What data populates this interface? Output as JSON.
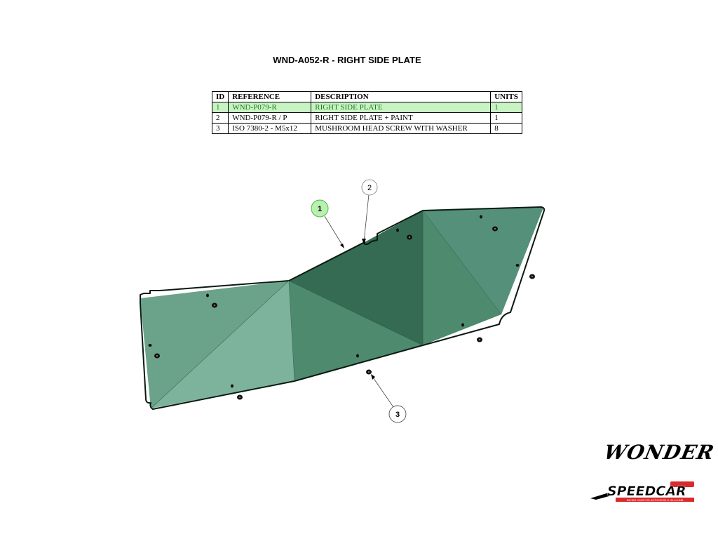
{
  "title": "WND-A052-R - RIGHT SIDE PLATE",
  "bom": {
    "headers": [
      "ID",
      "REFERENCE",
      "DESCRIPTION",
      "UNITS"
    ],
    "rows": [
      {
        "id": "1",
        "reference": "WND-P079-R",
        "description": "RIGHT SIDE PLATE",
        "units": "1",
        "highlighted": true
      },
      {
        "id": "2",
        "reference": "WND-P079-R / P",
        "description": "RIGHT SIDE PLATE + PAINT",
        "units": "1",
        "highlighted": false
      },
      {
        "id": "3",
        "reference": "ISO 7380-2 - M5x12",
        "description": "MUSHROOM HEAD SCREW WITH WASHER",
        "units": "8",
        "highlighted": false
      }
    ]
  },
  "callouts": {
    "c1": "1",
    "c2": "2",
    "c3": "3"
  },
  "logos": {
    "wonder": "WONDER",
    "speedcar": "SPEEDCAR",
    "speedcar_tagline": "RACING CARS FOR AUTOCROSS & HILLCLIMB"
  },
  "colors": {
    "highlight_row": "#c9f3c4",
    "callout_highlight": "#b8f0b0",
    "plate_dark": "#356b52",
    "plate_mid": "#4e8a6e",
    "plate_light": "#7db39c"
  }
}
